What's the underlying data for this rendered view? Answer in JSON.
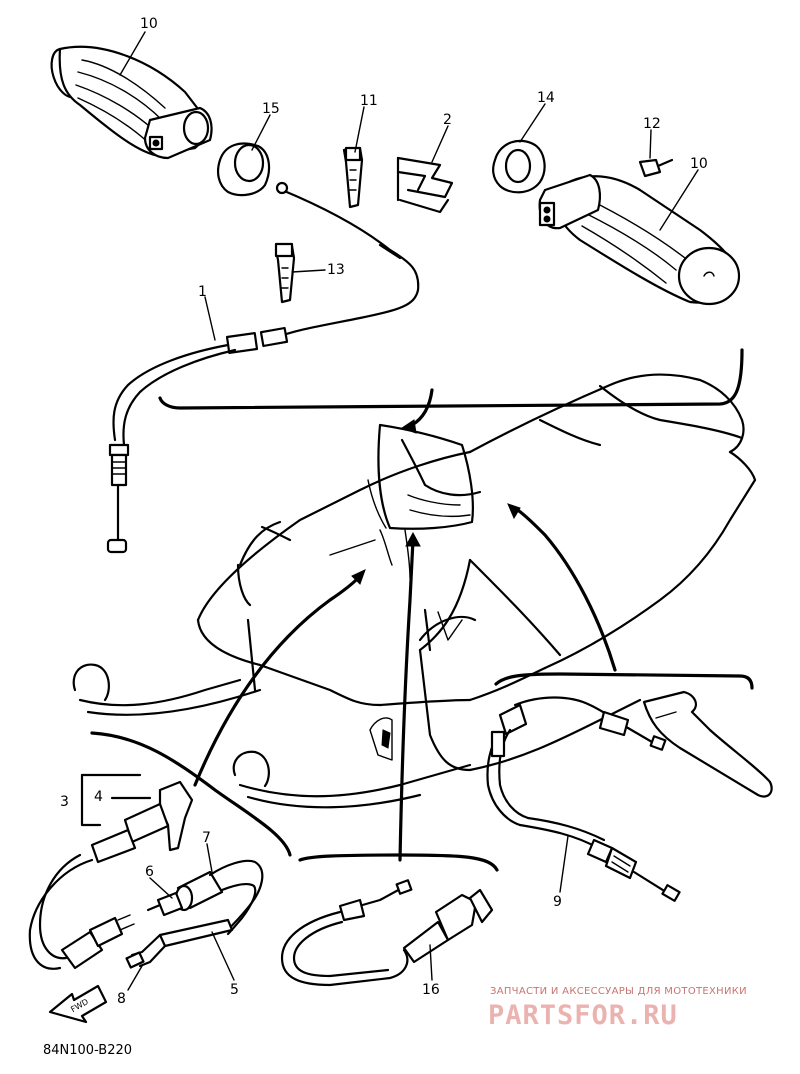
{
  "diagram_code": "84N100-B220",
  "watermark": {
    "tagline": "ЗАПЧАСТИ И АКСЕССУАРЫ ДЛЯ МОТОТЕХНИКИ",
    "brand": "PARTSFOR.RU"
  },
  "fwd_arrow_label": "FWD",
  "callouts": {
    "grip_left": "10",
    "grip_right": "10",
    "ring_left": "15",
    "ring_right": "14",
    "band_top": "11",
    "band_mid": "13",
    "clip": "2",
    "screw": "12",
    "throttle_cable": "1",
    "choke_assembly": "3",
    "choke_lever": "4",
    "choke_knob": "6",
    "choke_cable": "7",
    "cable_end": "8",
    "tube": "5",
    "brake_cable": "9",
    "kill_switch": "16"
  }
}
